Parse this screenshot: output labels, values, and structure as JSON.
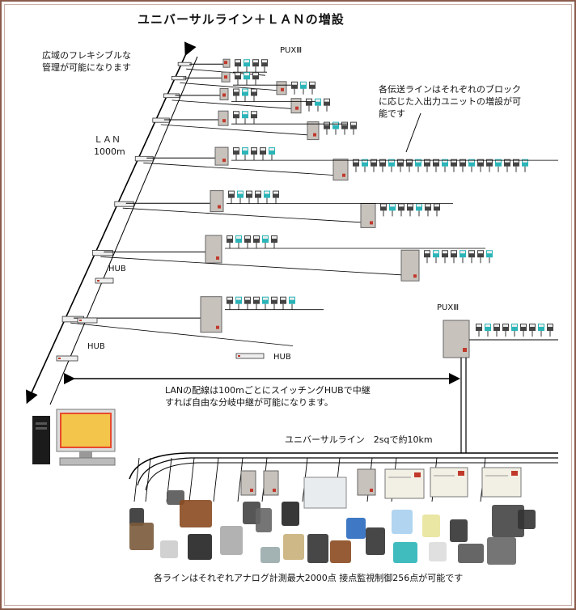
{
  "title": "ユニバーサルライン＋ＬＡＮの増設",
  "note_top_left": "広域のフレキシブルな\n管理が可能になります",
  "note_top_right": "各伝送ラインはそれぞれのブロック\nに応じた入出力ユニットの増設が可\n能です",
  "lan_label": "ＬＡＮ\n1000m",
  "pux_label_top": "PUXⅢ",
  "pux_label_right": "PUXⅢ",
  "hub_label_1": "HUB",
  "hub_label_2": "HUB",
  "hub_label_3": "HUB",
  "lan_note": "LANの配線は100mごとにスイッチングHUBで中継\nすれば自由な分岐中継が可能になります。",
  "universal_line_label": "ユニバーサルライン　2sqで約10km",
  "bottom_note": "各ラインはそれぞれアナログ計測最大2000点 接点監視制御256点が可能です",
  "colors": {
    "frame": "#8a5a4a",
    "panel": "#c8c2bc",
    "lamp": "#c0392b",
    "teal": "#2bb5b8",
    "line": "#000000"
  }
}
